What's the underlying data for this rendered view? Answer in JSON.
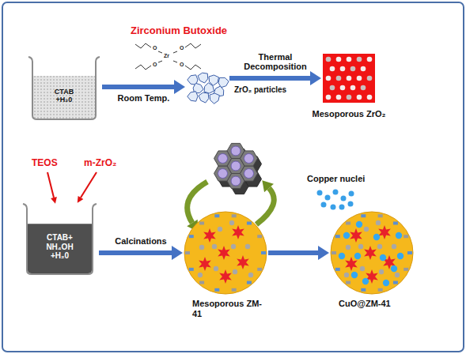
{
  "diagram": {
    "nodes": [
      {
        "text": [
          "CTAB +H₂0"
        ]
      },
      {
        "text": [
          "ZrO₂ particles"
        ]
      },
      {
        "text": [
          "Mesoporous ZrO₂"
        ]
      },
      {
        "text": [
          "CTAB+ NH₄OH +H₂0"
        ]
      },
      {
        "text": [
          "Mesoporous ZM-41"
        ]
      },
      {
        "text": [
          "CuO@ZM-41"
        ]
      }
    ],
    "edges": [
      {
        "from": 0,
        "to": 1,
        "label": "Room Temp.",
        "arrow": "to"
      },
      {
        "from": 1,
        "to": 2,
        "label": "Thermal Decomposition",
        "arrow": "to"
      },
      {
        "from": 3,
        "to": 4,
        "label": "Calcinations",
        "arrow": "to"
      },
      {
        "from": 4,
        "to": 5,
        "arrow": "to"
      }
    ],
    "labels": [
      "Zirconium Butoxide",
      "TEOS",
      "m-ZrO₂",
      "Copper nuclei",
      "Zr",
      "O",
      "O",
      "O",
      "O"
    ]
  }
}
